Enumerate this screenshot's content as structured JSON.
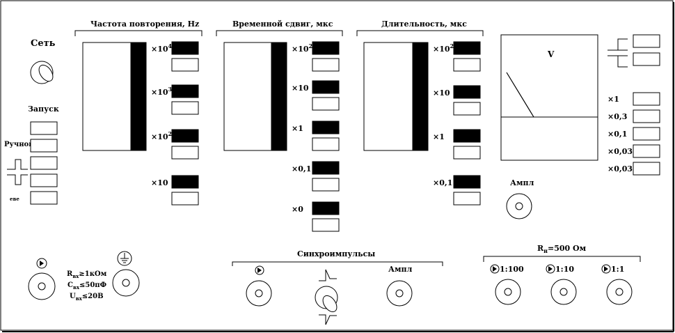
{
  "left": {
    "power_label": "Сеть",
    "trigger_label": "Запуск",
    "manual_label": "Ручной",
    "small_label": "еве"
  },
  "freq": {
    "title": "Частота повторения, Hz",
    "mults": [
      "×10",
      "×10",
      "×10",
      "×10"
    ],
    "exps": [
      "4",
      "3",
      "2",
      ""
    ]
  },
  "delay": {
    "title": "Временной сдвиг,  мкс",
    "mults": [
      "×10",
      "×10",
      "×1",
      "×0,1",
      "×0"
    ],
    "exps": [
      "2",
      "",
      "",
      "",
      ""
    ]
  },
  "dur": {
    "title": "Длительность,  мкс",
    "mults": [
      "×10",
      "×10",
      "×1",
      "×0,1"
    ],
    "exps": [
      "2",
      "",
      "",
      ""
    ]
  },
  "meter": {
    "unit": "V",
    "ranges": [
      "×1",
      "×0,3",
      "×0,1",
      "×0,03",
      "×0,03"
    ]
  },
  "ampl_label": "Ампл",
  "input": {
    "r_main": "R",
    "r_sub": "вх",
    "r_val": "≥1кОм",
    "c_main": "C",
    "c_sub": "вх",
    "c_val": "≤50пФ",
    "u_main": "U",
    "u_sub": "вх",
    "u_val": "≤20В"
  },
  "sync": {
    "title": "Синхроимпульсы",
    "ampl_label": "Ампл"
  },
  "out": {
    "r_main": "R",
    "r_sub": "н",
    "r_val": "=500  Ом",
    "ratios": [
      "1:100",
      "1:10",
      "1:1"
    ]
  }
}
